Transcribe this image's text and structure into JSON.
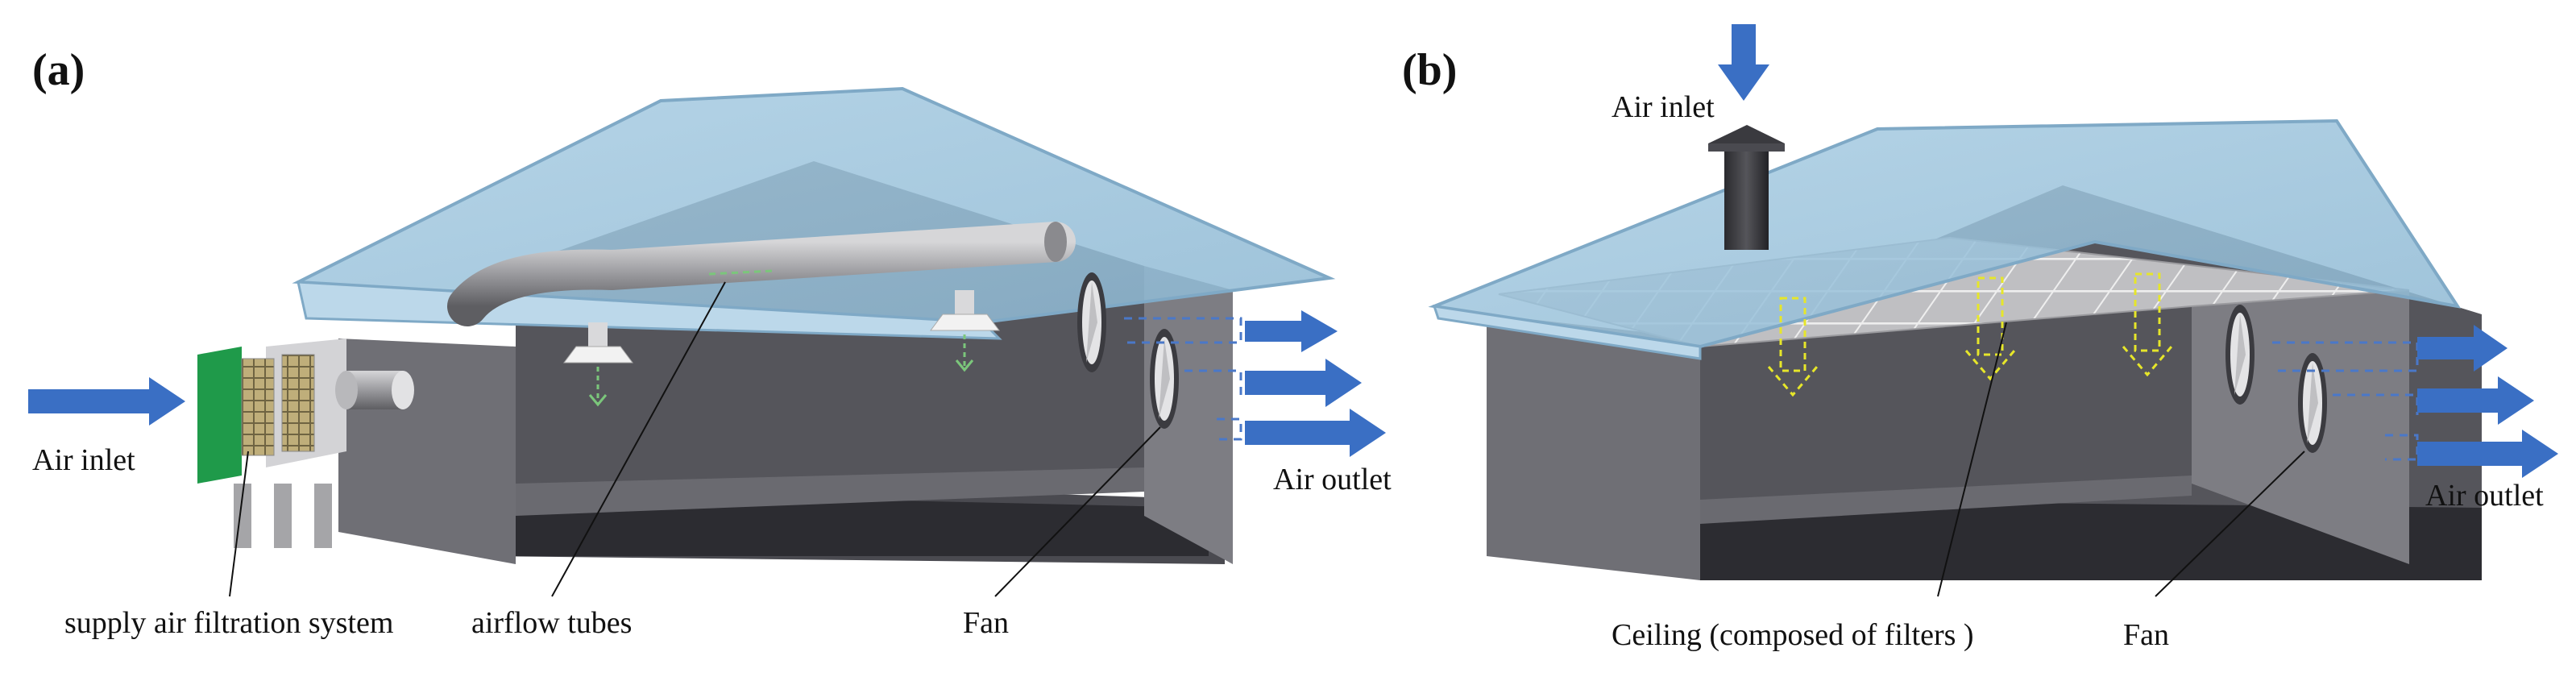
{
  "colors": {
    "roof_glass": "#9fc4dc",
    "roof_edge": "#7fa9c6",
    "wall_dark": "#5a5a60",
    "wall_light": "#7c7c82",
    "floor": "#2e2e33",
    "arrow_blue": "#3a6fc4",
    "tube_gray": "#8f9094",
    "dashed_yellow": "#e6e62a",
    "dashed_green": "#7bc67b",
    "dashed_blue": "#4a78c8",
    "filter_green": "#1f9a4a",
    "filter_grid": "#c9c9c9"
  },
  "panels": {
    "a": {
      "label": "(a)",
      "air_inlet": "Air inlet",
      "air_outlet": "Air outlet",
      "filtration": "supply air filtration system",
      "tubes": "airflow tubes",
      "fan": "Fan"
    },
    "b": {
      "label": "(b)",
      "air_inlet": "Air inlet",
      "air_outlet": "Air outlet",
      "ceiling": "Ceiling (composed of  filters )",
      "fan": "Fan"
    }
  }
}
